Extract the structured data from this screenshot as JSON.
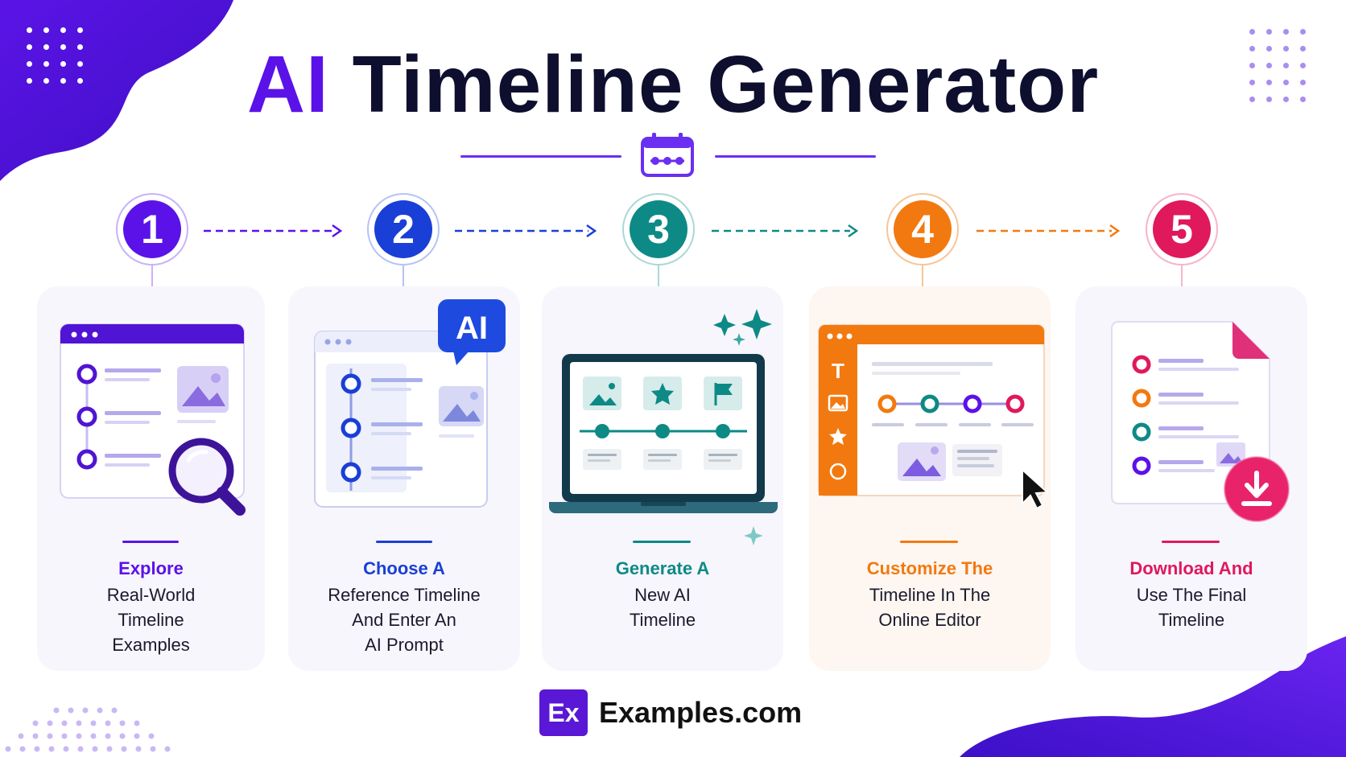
{
  "header": {
    "title_accent": "AI",
    "title_rest": "Timeline Generator",
    "icon": "calendar-timeline-icon"
  },
  "colors": {
    "purple": "#5b12e8",
    "blue": "#1a3fd6",
    "teal": "#0d8a86",
    "orange": "#f2790f",
    "pink": "#e0185c",
    "dark": "#0e0f2e"
  },
  "steps": [
    {
      "number": "1",
      "heading": "Explore",
      "body": [
        "Real-World",
        "Timeline",
        "Examples"
      ],
      "icon": "browser-magnifier-icon"
    },
    {
      "number": "2",
      "heading": "Choose A",
      "body": [
        "Reference Timeline",
        "And Enter An",
        "AI Prompt"
      ],
      "icon": "ai-chat-timeline-icon"
    },
    {
      "number": "3",
      "heading": "Generate A",
      "body": [
        "New AI",
        "Timeline"
      ],
      "icon": "laptop-timeline-icon"
    },
    {
      "number": "4",
      "heading": "Customize The",
      "body": [
        "Timeline In The",
        "Online Editor"
      ],
      "icon": "editor-cursor-icon"
    },
    {
      "number": "5",
      "heading": "Download And",
      "body": [
        "Use The Final",
        "Timeline"
      ],
      "icon": "document-download-icon"
    }
  ],
  "footer": {
    "logo": "Ex",
    "brand": "Examples.com"
  }
}
